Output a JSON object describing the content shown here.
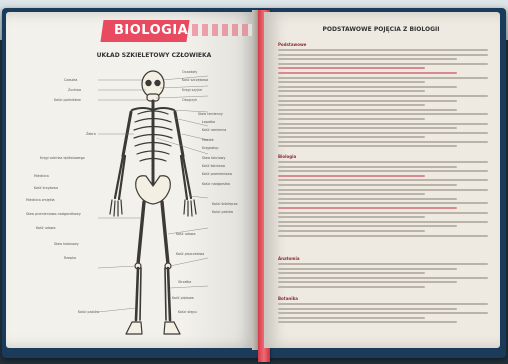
{
  "book": {
    "left_page": {
      "banner": "BIOLOGIA",
      "heading": "UKŁAD SZKIELETOWY CZŁOWIEKA",
      "labels_left": [
        "Czaszka",
        "Żuchwa",
        "Kości podniebne",
        "Żebra",
        "Kręgi odcinka lędźwiowego",
        "Miednica",
        "Kość krzyżowa",
        "Miednica zmiękła",
        "Staw promieniowo-nadgarstkowy",
        "Kość udowa",
        "Staw kolanowy",
        "Rzepka",
        "Kości palców"
      ],
      "labels_right": [
        "Oczodoły",
        "Kość szczękowa",
        "Kręgi szyjne",
        "Obojczyk",
        "Staw ramienny",
        "Łopatka",
        "Kość ramienna",
        "Mostek",
        "Kręgosłup",
        "Staw łokciowy",
        "Kość łokciowa",
        "Kość promieniowa",
        "Kości nadgarstka",
        "Kości śródręcza",
        "Kości palców",
        "Kość udowa",
        "Kość piszczelowa",
        "Strzałka",
        "Kość piętowa",
        "Kości stępu"
      ]
    },
    "right_page": {
      "heading": "PODSTAWOWE POJĘCIA Z BIOLOGII",
      "sections": [
        "Podstawowe",
        "Biologia",
        "Anatomia",
        "Botanika"
      ]
    }
  }
}
